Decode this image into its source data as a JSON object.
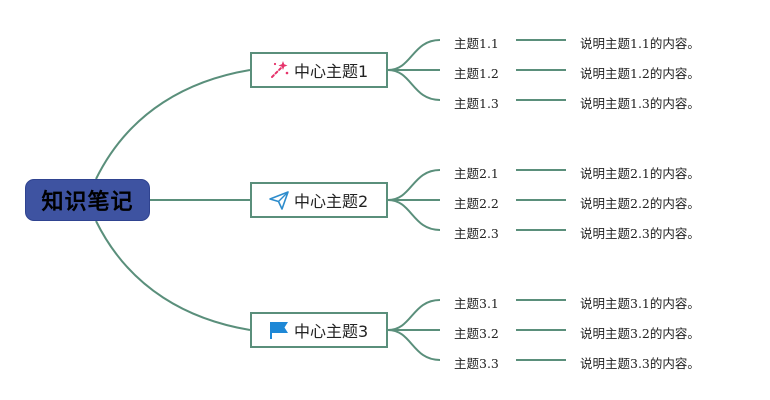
{
  "root": {
    "label": "知识笔记",
    "color": "#3e53a1"
  },
  "line_color": "#5a8f7b",
  "branches": [
    {
      "label": "中心主题1",
      "icon": "sparkle-wand-icon",
      "icon_color": "#e6336b",
      "topics": [
        {
          "label": "主题1.1",
          "desc": "说明主题1.1的内容。"
        },
        {
          "label": "主题1.2",
          "desc": "说明主题1.2的内容。"
        },
        {
          "label": "主题1.3",
          "desc": "说明主题1.3的内容。"
        }
      ]
    },
    {
      "label": "中心主题2",
      "icon": "paper-plane-icon",
      "icon_color": "#2d8ccc",
      "topics": [
        {
          "label": "主题2.1",
          "desc": "说明主题2.1的内容。"
        },
        {
          "label": "主题2.2",
          "desc": "说明主题2.2的内容。"
        },
        {
          "label": "主题2.3",
          "desc": "说明主题2.3的内容。"
        }
      ]
    },
    {
      "label": "中心主题3",
      "icon": "flag-icon",
      "icon_color": "#1e88d6",
      "topics": [
        {
          "label": "主题3.1",
          "desc": "说明主题3.1的内容。"
        },
        {
          "label": "主题3.2",
          "desc": "说明主题3.2的内容。"
        },
        {
          "label": "主题3.3",
          "desc": "说明主题3.3的内容。"
        }
      ]
    }
  ]
}
